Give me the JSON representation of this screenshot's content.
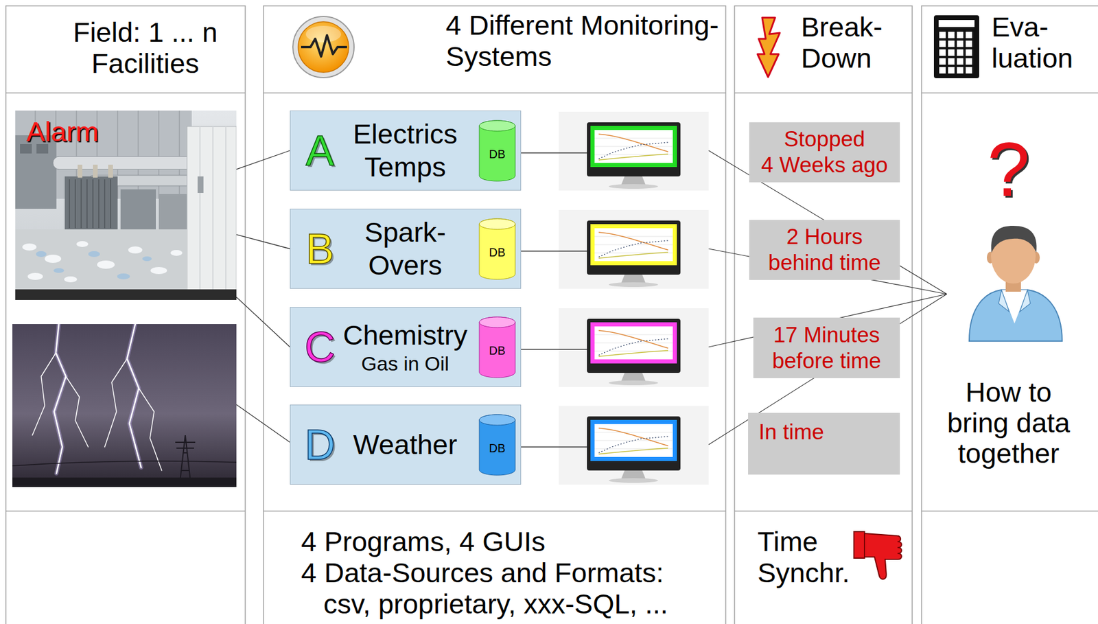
{
  "diagram": {
    "nodes": [
      {
        "text": [
          "Alarm"
        ]
      },
      {
        "text": [
          "A",
          "Electrics Temps"
        ]
      },
      {
        "text": [
          "DB"
        ],
        "in": 1
      },
      {
        "text": [
          "B",
          "Spark- Overs"
        ]
      },
      {
        "text": [
          "DB"
        ],
        "in": 3
      },
      {
        "text": [
          "C",
          "Chemistry",
          "Gas in Oil"
        ]
      },
      {
        "text": [
          "DB"
        ],
        "in": 5
      },
      {
        "text": [
          "D",
          "Weather"
        ]
      },
      {
        "text": [
          "DB"
        ],
        "in": 7
      },
      {
        "text": [
          "Stopped 4 Weeks ago"
        ]
      },
      {
        "text": [
          "2 Hours behind time"
        ]
      },
      {
        "text": [
          "17 Minutes before time"
        ]
      },
      {
        "text": [
          "In time"
        ]
      }
    ],
    "edges": [
      {
        "from": 0,
        "to": 1,
        "arrow": "none"
      },
      {
        "from": 0,
        "to": 3,
        "arrow": "none"
      },
      {
        "from": 0,
        "to": 5,
        "arrow": "none"
      }
    ],
    "labels": [
      "Field: 1 ... n Facilities",
      "4 Different Monitoring-Systems",
      "Break- Down",
      "Eva- luation",
      "?",
      "How to bring data together",
      "4 Programs, 4 GUIs",
      "4 Data-Sources and Formats: csv, proprietary, xxx-SQL, ...",
      "Time Synchr."
    ]
  }
}
